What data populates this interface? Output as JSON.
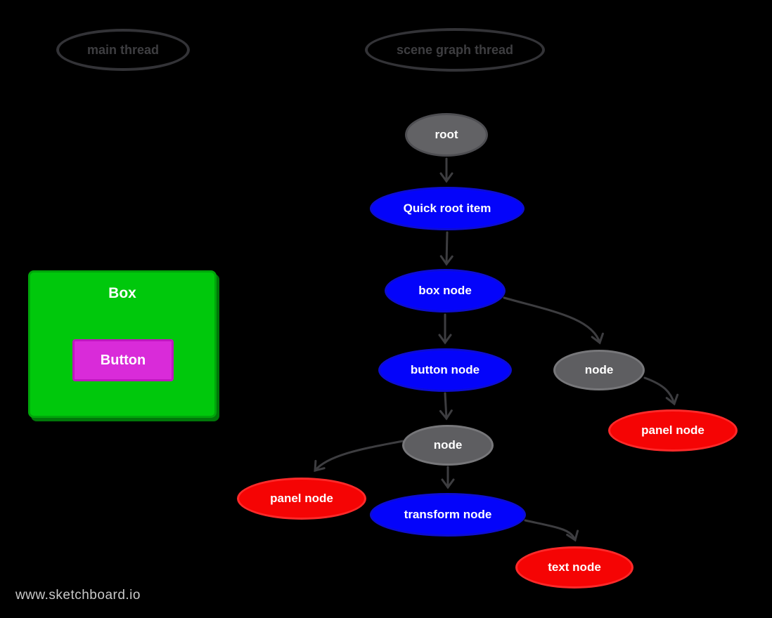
{
  "diagram": {
    "threads": {
      "main": "main thread",
      "scene": "scene graph thread"
    },
    "mock_ui": {
      "box_label": "Box",
      "button_label": "Button"
    },
    "nodes": {
      "root": {
        "label": "root",
        "fill": "#626265"
      },
      "quick_root_item": {
        "label": "Quick root item",
        "fill": "#0404fa"
      },
      "box_node": {
        "label": "box node",
        "fill": "#0404fa"
      },
      "button_node": {
        "label": "button node",
        "fill": "#0404fa"
      },
      "node_right": {
        "label": "node",
        "fill": "#5e5e61"
      },
      "panel_node_right": {
        "label": "panel node",
        "fill": "#f50404"
      },
      "node_mid": {
        "label": "node",
        "fill": "#5e5e61"
      },
      "panel_node_left": {
        "label": "panel node",
        "fill": "#f50404"
      },
      "transform_node": {
        "label": "transform node",
        "fill": "#0404fa"
      },
      "text_node": {
        "label": "text node",
        "fill": "#f50404"
      }
    },
    "edges": [
      {
        "from": "root",
        "to": "quick_root_item"
      },
      {
        "from": "quick_root_item",
        "to": "box_node"
      },
      {
        "from": "box_node",
        "to": "button_node"
      },
      {
        "from": "box_node",
        "to": "node_right"
      },
      {
        "from": "node_right",
        "to": "panel_node_right"
      },
      {
        "from": "button_node",
        "to": "node_mid"
      },
      {
        "from": "node_mid",
        "to": "panel_node_left"
      },
      {
        "from": "node_mid",
        "to": "transform_node"
      },
      {
        "from": "transform_node",
        "to": "text_node"
      }
    ],
    "colors": {
      "background": "#000000",
      "node_blue": "#0404fa",
      "node_gray": "#5e5e61",
      "node_red": "#f50404",
      "box_green": "#00c80c",
      "button_magenta": "#d92bd9",
      "arrow": "#3d3d40",
      "thread_outline": "#333337"
    }
  },
  "footer": {
    "watermark": "www.sketchboard.io"
  }
}
